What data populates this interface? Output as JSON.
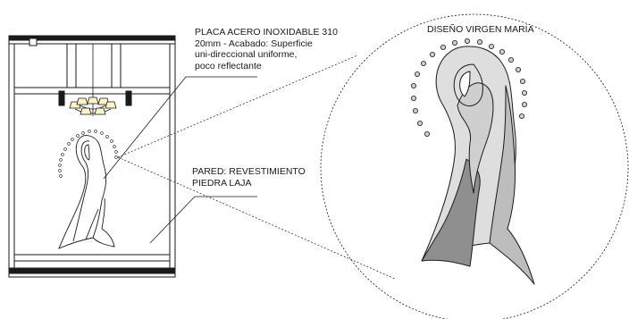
{
  "labels": {
    "placa": {
      "line1": "PLACA ACERO INOXIDABLE 310",
      "line2": "20mm - Acabado: Superficie",
      "line3": "uni-direccional uniforme,",
      "line4": "poco reflectante"
    },
    "pared": {
      "line1": "PARED: REVESTIMIENTO",
      "line2": "PIEDRA LAJA"
    },
    "detalle": "DISEÑO VIRGEN MARÍA"
  },
  "colors": {
    "line": "#1a1a1a",
    "figure_light": "#dedede",
    "figure_mid": "#bdbdbd",
    "figure_dark": "#8f8f8f",
    "halo_fill": "#cfcfcf",
    "lamp_shade": "#fff3c8"
  }
}
